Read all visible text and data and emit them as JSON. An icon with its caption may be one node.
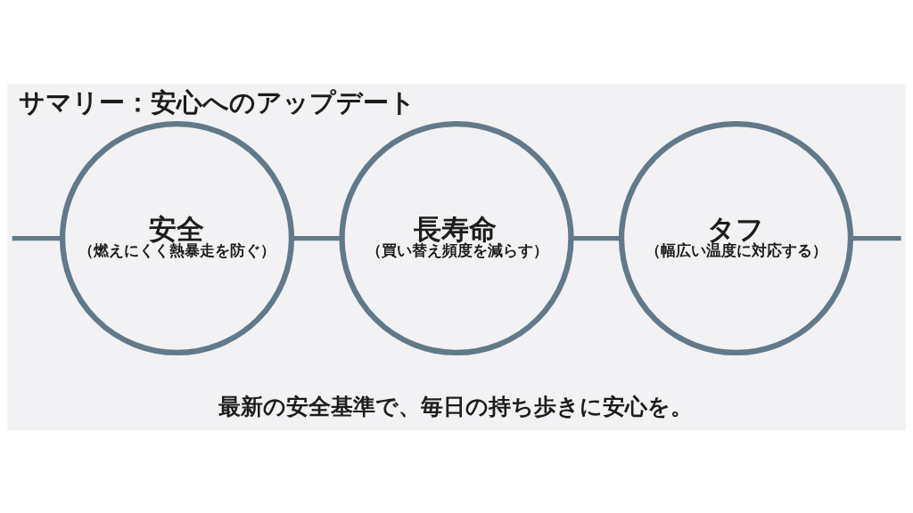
{
  "diagram": {
    "title": "サマリー：安心へのアップデート",
    "caption": "最新の安全基準で、毎日の持ち歩きに安心を。",
    "nodes": [
      {
        "text": [
          "安全",
          "（燃えにくく熱暴走を防ぐ）"
        ]
      },
      {
        "text": [
          "長寿命",
          "（買い替え頻度を減らす）"
        ]
      },
      {
        "text": [
          "タフ",
          "（幅広い温度に対応する）"
        ]
      }
    ],
    "edges": [
      {
        "from": null,
        "to": 0,
        "arrow": "none"
      },
      {
        "from": 0,
        "to": 1,
        "arrow": "none"
      },
      {
        "from": 1,
        "to": 2,
        "arrow": "none"
      },
      {
        "from": 2,
        "to": null,
        "arrow": "none"
      }
    ]
  }
}
